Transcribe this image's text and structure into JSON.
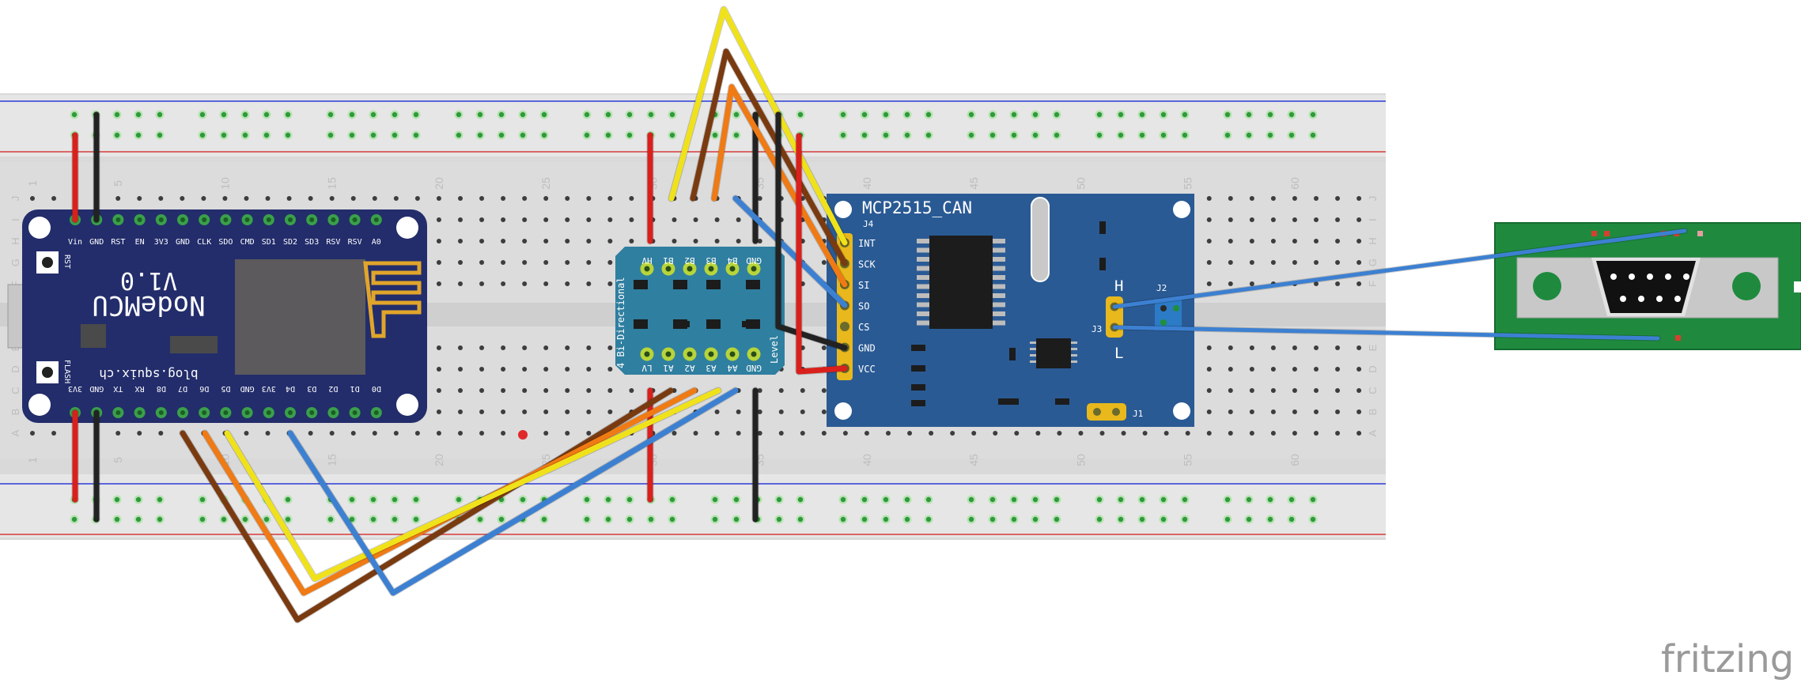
{
  "breadboard": {
    "column_numbers": [
      "1",
      "5",
      "10",
      "15",
      "20",
      "25",
      "30",
      "35",
      "40",
      "45",
      "50",
      "55",
      "60"
    ],
    "row_letters_top": [
      "J",
      "I",
      "H",
      "G",
      "F"
    ],
    "row_letters_bottom": [
      "E",
      "D",
      "C",
      "B",
      "A"
    ]
  },
  "nodemcu": {
    "title_line1": "NodeMCU",
    "title_line2": "V1.0",
    "website": "blog.squix.ch",
    "top_pins": [
      "Vin",
      "GND",
      "RST",
      "EN",
      "3V3",
      "GND",
      "CLK",
      "SDO",
      "CMD",
      "SD1",
      "SD2",
      "SD3",
      "RSV",
      "RSV",
      "A0"
    ],
    "bottom_pins": [
      "3V3",
      "GND",
      "TX",
      "RX",
      "D8",
      "D7",
      "D6",
      "D5",
      "GND",
      "3V3",
      "D4",
      "D3",
      "D2",
      "D1",
      "D0"
    ],
    "rst_label": "RST",
    "flash_label": "FLASH"
  },
  "level_shifter": {
    "title": "4 Bi-Directional",
    "subtitle": "Level",
    "top_pins": [
      "HV",
      "B1",
      "B2",
      "B3",
      "B4",
      "GND"
    ],
    "bottom_pins": [
      "LV",
      "A1",
      "A2",
      "A3",
      "A4",
      "GND"
    ]
  },
  "mcp2515": {
    "title": "MCP2515_CAN",
    "header_label": "J4",
    "pins": [
      "INT",
      "SCK",
      "SI",
      "SO",
      "CS",
      "GND",
      "VCC"
    ],
    "can_h": "H",
    "can_l": "L",
    "j2_label": "J2",
    "j3_label": "J3",
    "j1_label": "J1"
  },
  "watermark": "fritzing"
}
